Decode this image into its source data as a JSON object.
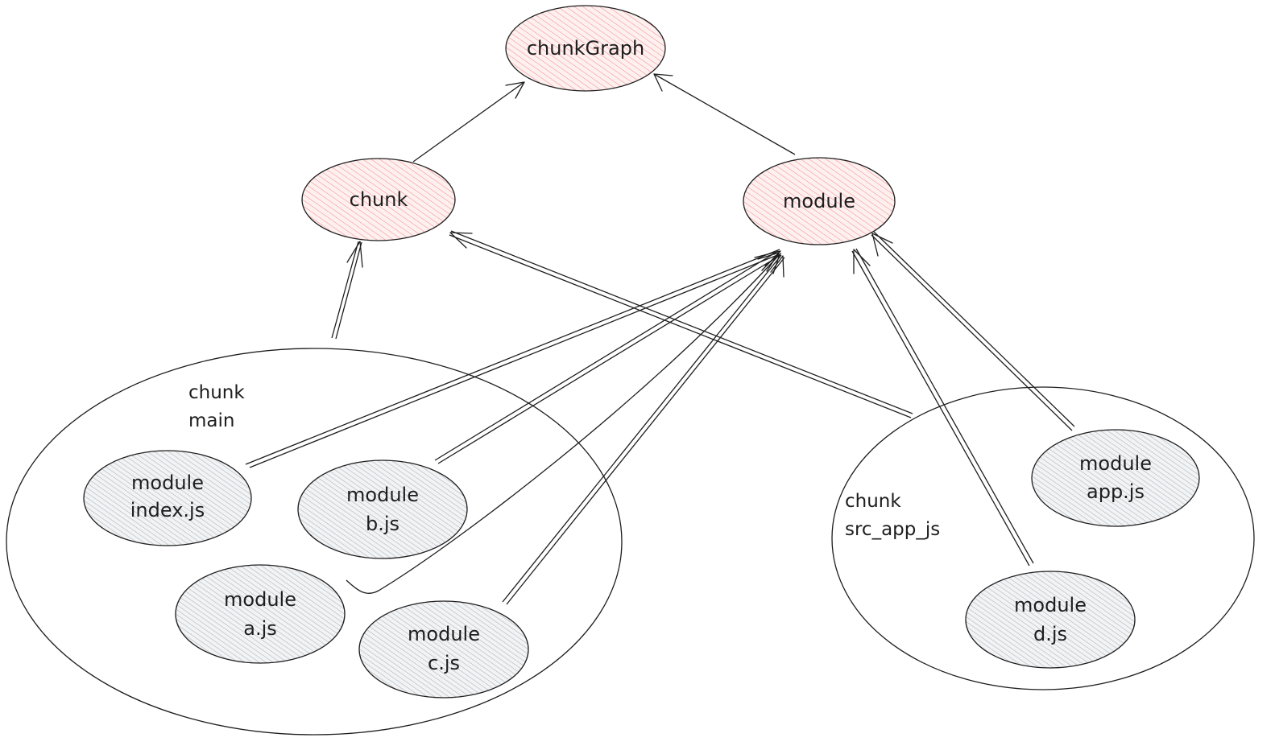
{
  "colors": {
    "stroke": "#1e1e1e",
    "red_fill": "#ffc9c9",
    "red_hatch": "#e03131",
    "gray_fill": "#f1f3f5",
    "gray_hatch": "#868e96"
  },
  "nodes": {
    "chunk_graph": {
      "label": "chunkGraph"
    },
    "chunk": {
      "label": "chunk"
    },
    "module": {
      "label": "module"
    }
  },
  "groups": {
    "main": {
      "title_line1": "chunk",
      "title_line2": "main"
    },
    "src_app": {
      "title_line1": "chunk",
      "title_line2": "src_app_js"
    }
  },
  "modules": {
    "index": {
      "line1": "module",
      "line2": "index.js"
    },
    "b": {
      "line1": "module",
      "line2": "b.js"
    },
    "a": {
      "line1": "module",
      "line2": "a.js"
    },
    "c": {
      "line1": "module",
      "line2": "c.js"
    },
    "app": {
      "line1": "module",
      "line2": "app.js"
    },
    "d": {
      "line1": "module",
      "line2": "d.js"
    }
  }
}
